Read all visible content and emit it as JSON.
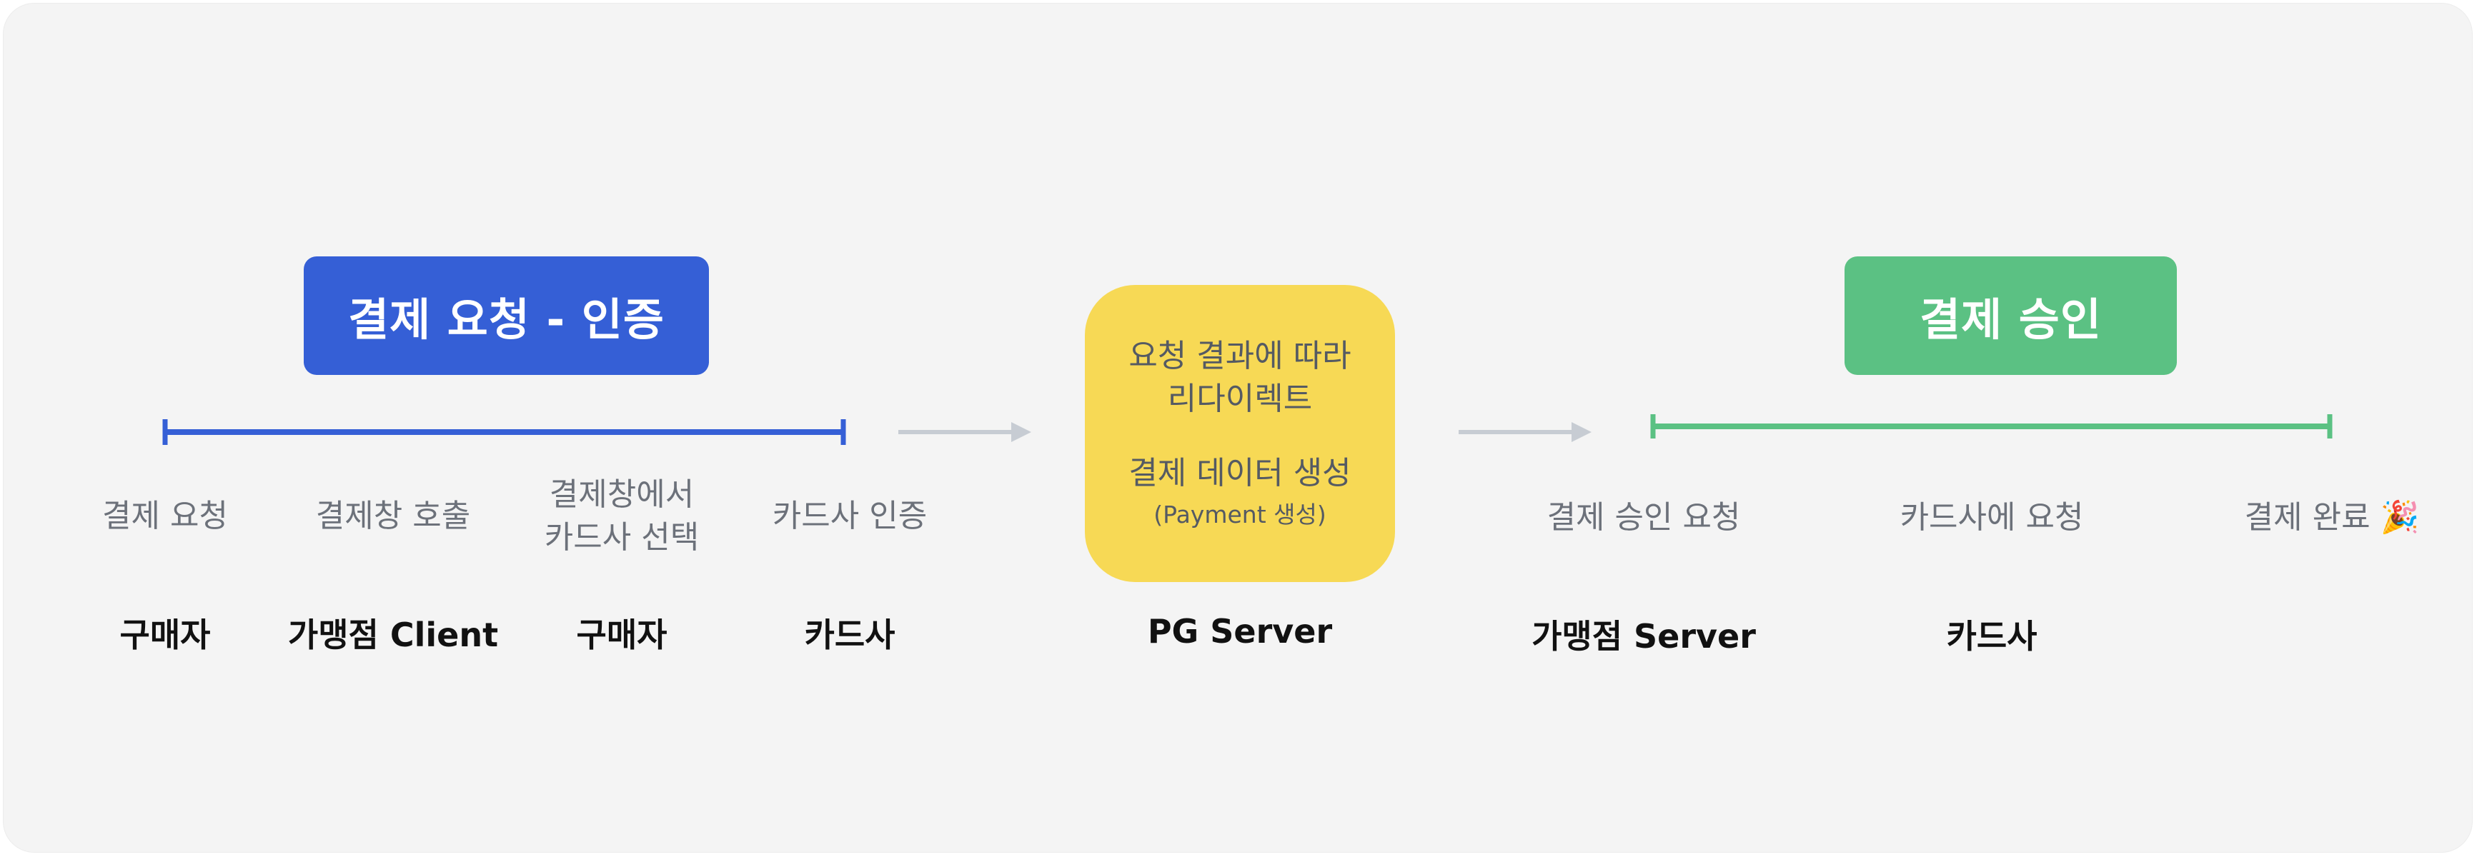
{
  "phases": {
    "auth": {
      "title": "결제 요청 - 인증",
      "color": "#355fd6"
    },
    "approve": {
      "title": "결제 승인",
      "color": "#5bc183"
    }
  },
  "pg": {
    "line1": "요청 결과에 따라",
    "line2": "리다이렉트",
    "line3": "결제 데이터 생성",
    "line4": "(Payment 생성)",
    "actor": "PG Server",
    "color": "#f7d955"
  },
  "steps": [
    {
      "label": "결제 요청",
      "actor": "구매자"
    },
    {
      "label": "결제창 호출",
      "actor": "가맹점 Client"
    },
    {
      "label_line1": "결제창에서",
      "label_line2": "카드사 선택",
      "actor": "구매자"
    },
    {
      "label": "카드사 인증",
      "actor": "카드사"
    },
    {
      "label": "결제 승인 요청",
      "actor": "가맹점 Server"
    },
    {
      "label": "카드사에 요청",
      "actor": "카드사"
    },
    {
      "label": "결제 완료",
      "emoji": "🎉"
    }
  ],
  "colors": {
    "arrow": "#c7ccd3",
    "background": "#f4f4f4"
  }
}
